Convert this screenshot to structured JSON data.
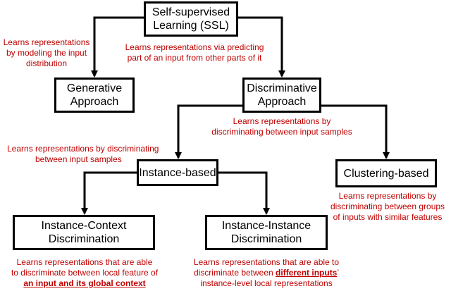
{
  "nodes": {
    "ssl": [
      "Self-supervised",
      "Learning (SSL)"
    ],
    "generative": [
      "Generative",
      "Approach"
    ],
    "discriminative": [
      "Discriminative",
      "Approach"
    ],
    "instance": [
      "Instance-based"
    ],
    "clustering": [
      "Clustering-based"
    ],
    "context": [
      "Instance-Context",
      "Discrimination"
    ],
    "instance_instance": [
      "Instance-Instance",
      "Discrimination"
    ]
  },
  "notes": {
    "generative": [
      "Learns representations",
      "by modeling the input",
      "distribution"
    ],
    "discriminative": [
      "Learns representations via predicting",
      "part of an input from other parts of it"
    ],
    "disc_samples": [
      "Learns representations by",
      "discriminating between input samples"
    ],
    "instance": [
      "Learns representations by discriminating",
      "between input samples"
    ],
    "clustering": [
      "Learns representations by",
      "discriminating between groups",
      "of inputs with similar features"
    ],
    "context": {
      "line1": "Learns representations that are able",
      "line2": "to discriminate between local feature of",
      "line3": "an input and its global context"
    },
    "instance_instance": {
      "line1": "Learns representations that are able to",
      "line2_pre": "discriminate between ",
      "line2_bold": "different inputs",
      "line2_post": "’",
      "line3": "instance-level local representations"
    }
  }
}
